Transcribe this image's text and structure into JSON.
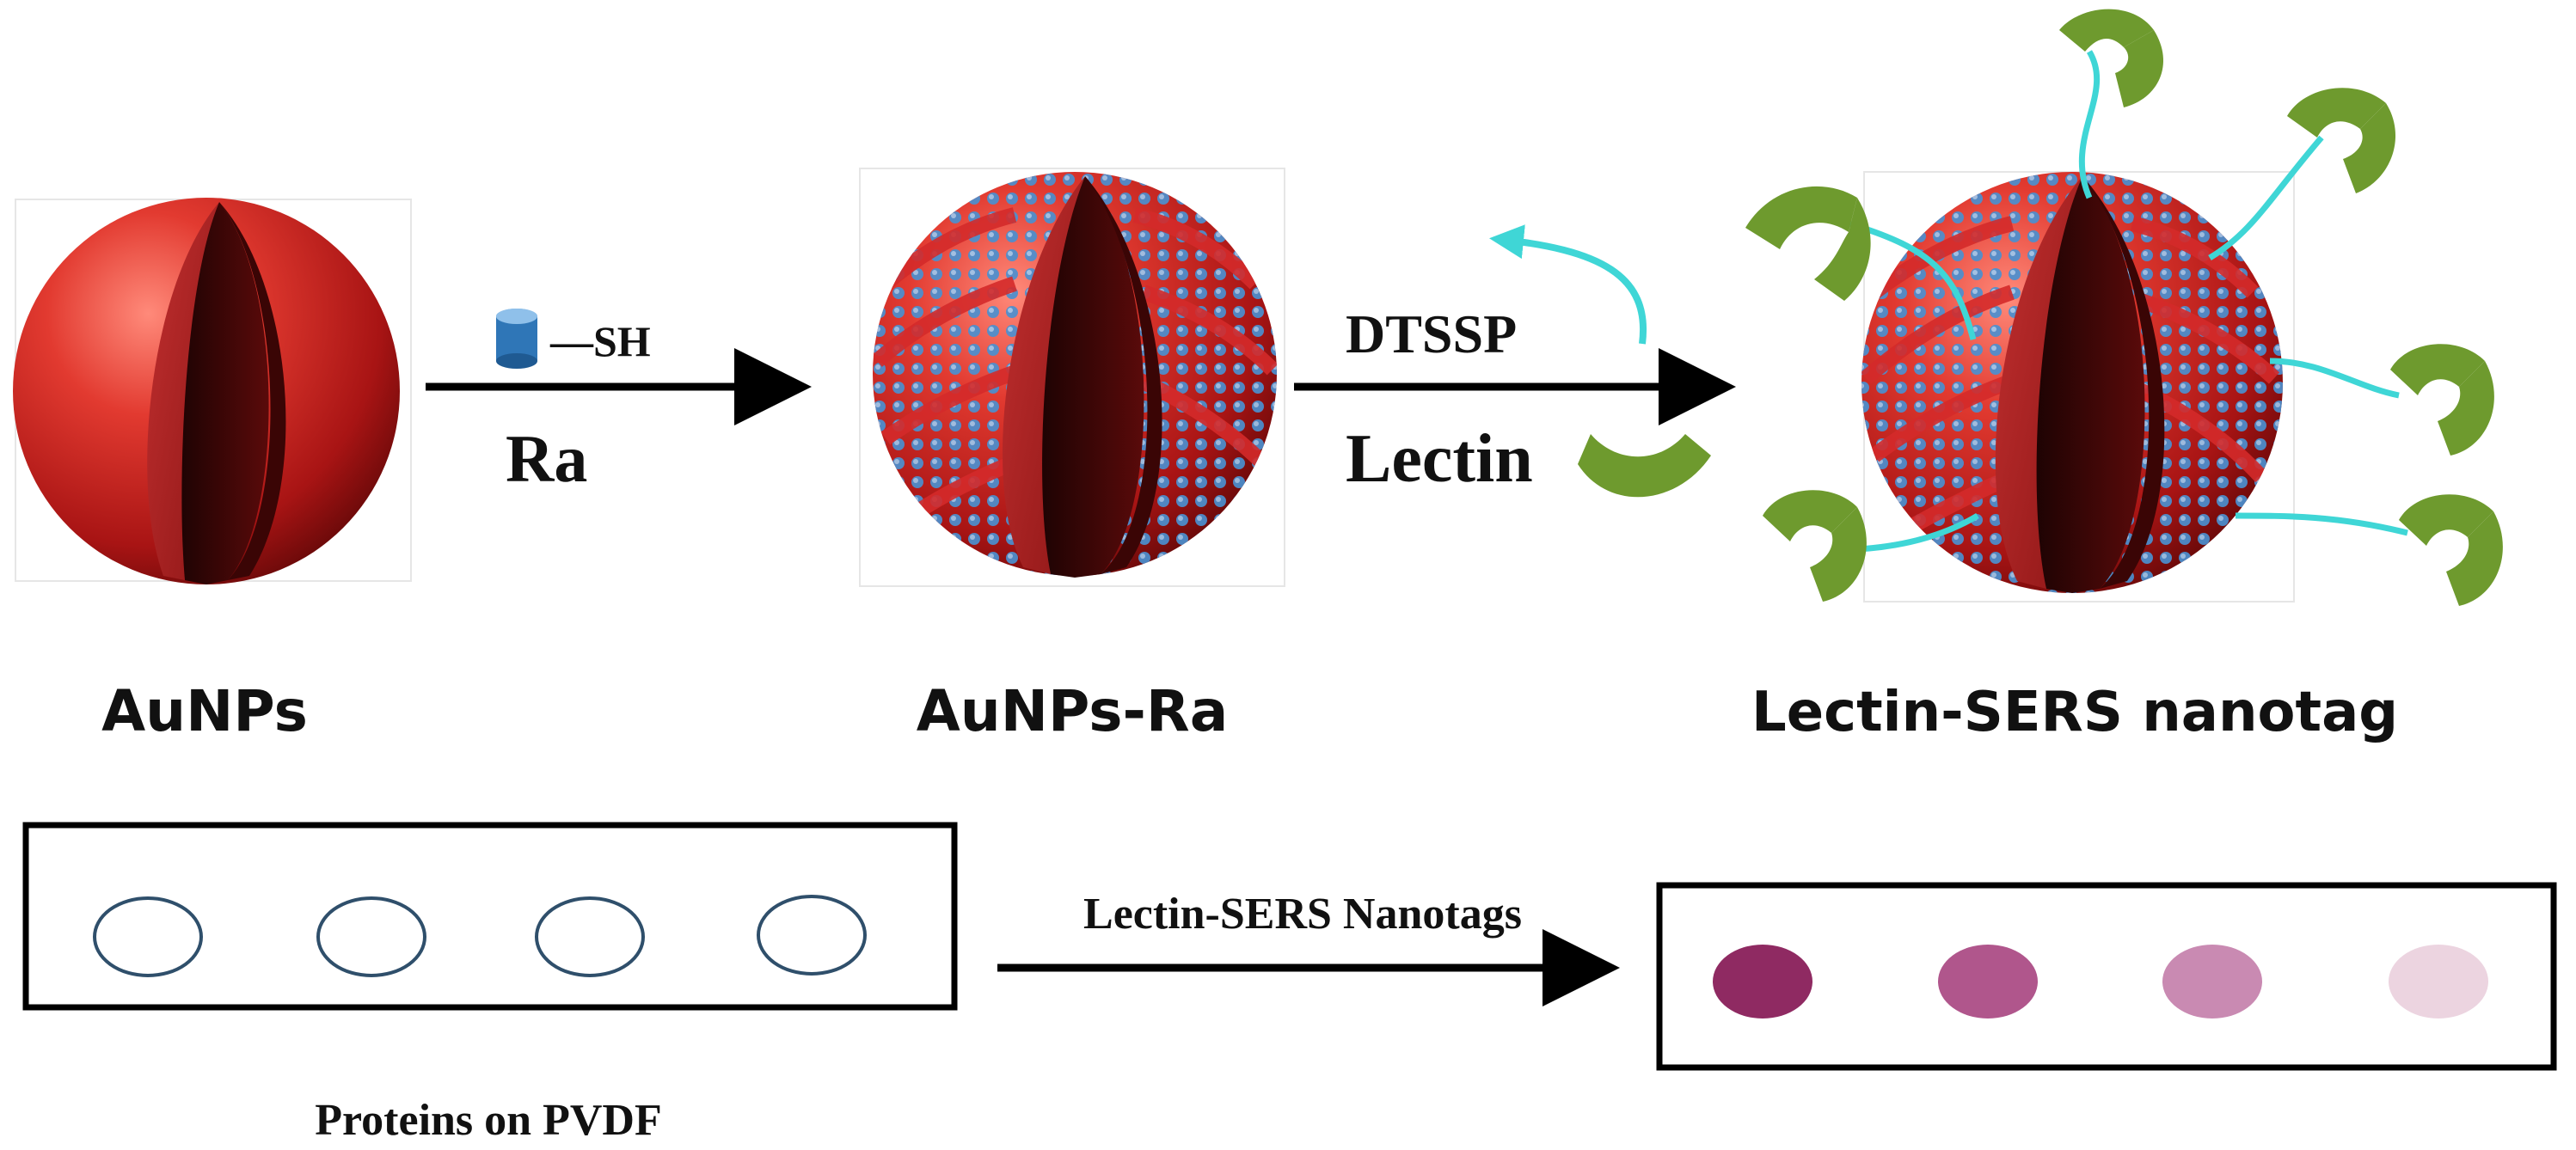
{
  "labels": {
    "aunps": "AuNPs",
    "aunps_ra": "AuNPs-Ra",
    "lectin_sers": "Lectin-SERS nanotag",
    "sh": "—SH",
    "ra": "Ra",
    "dtssp": "DTSSP",
    "lectin": "Lectin",
    "lectin_sers_nanotags": "Lectin-SERS Nanotags",
    "proteins_on_pvdf": "Proteins on PVDF"
  },
  "colors": {
    "gold_red": "#d42a2a",
    "gold_dark": "#5a0a0a",
    "ra_blue": "#3f87c9",
    "linker_cyan": "#3fd6d6",
    "lectin_green": "#6e9a2e",
    "membrane_outline": "#2f4f6b",
    "dots_magenta": [
      "#8f2a62",
      "#b0568c",
      "#c98ab2",
      "#ecd4e0"
    ]
  },
  "icons": [
    "nanoparticle-sphere-icon",
    "ra-molecule-icon",
    "lectin-icon",
    "arrow-icon"
  ]
}
